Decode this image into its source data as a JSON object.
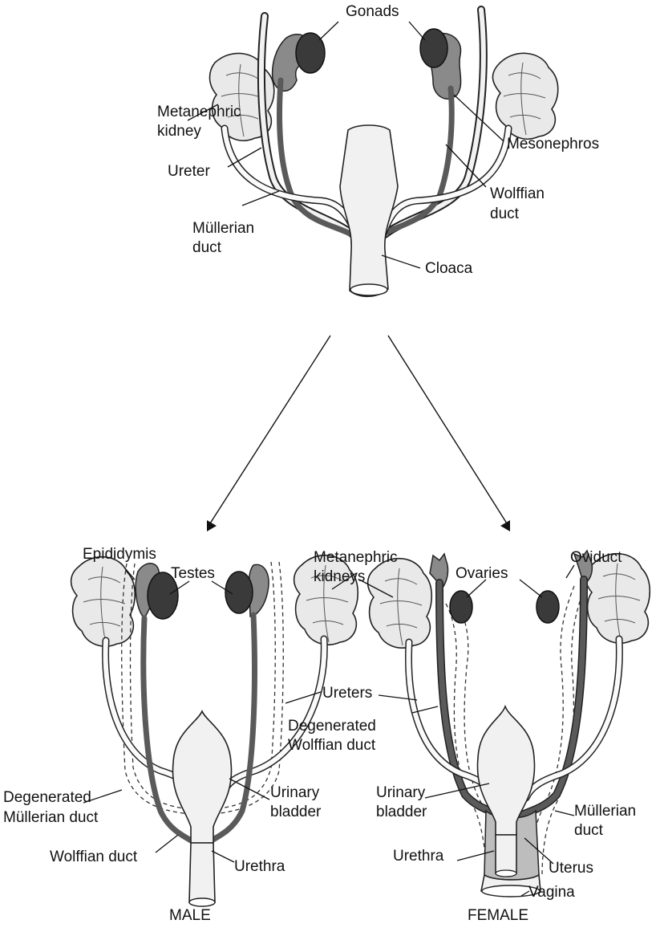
{
  "labels": {
    "gonads": "Gonads",
    "metanephric_kidney_1": "Metanephric",
    "metanephric_kidney_2": "kidney",
    "mesonephros": "Mesonephros",
    "ureter": "Ureter",
    "wolffian_duct_top_1": "Wolffian",
    "wolffian_duct_top_2": "duct",
    "mullerian_duct_top_1": "Müllerian",
    "mullerian_duct_top_2": "duct",
    "cloaca": "Cloaca",
    "epididymis": "Epididymis",
    "testes": "Testes",
    "metanephric_kidneys_1": "Metanephric",
    "metanephric_kidneys_2": "kidneys",
    "ovaries": "Ovaries",
    "oviduct": "Oviduct",
    "ureters": "Ureters",
    "degenerated_wolffian_1": "Degenerated",
    "degenerated_wolffian_2": "Wolffian duct",
    "degenerated_mullerian_1": "Degenerated",
    "degenerated_mullerian_2": "Müllerian duct",
    "urinary_bladder_male_1": "Urinary",
    "urinary_bladder_male_2": "bladder",
    "urinary_bladder_female_1": "Urinary",
    "urinary_bladder_female_2": "bladder",
    "mullerian_duct_female_1": "Müllerian",
    "mullerian_duct_female_2": "duct",
    "wolffian_duct_male": "Wolffian duct",
    "urethra_male": "Urethra",
    "urethra_female": "Urethra",
    "uterus": "Uterus",
    "vagina": "Vagina",
    "male": "MALE",
    "female": "FEMALE"
  }
}
